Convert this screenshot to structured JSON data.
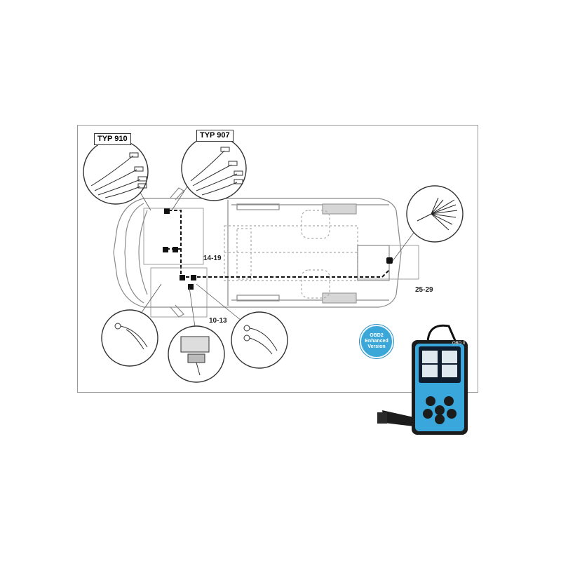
{
  "labels": {
    "typ910": "TYP 910",
    "typ907": "TYP 907",
    "ref_14_19": "14-19",
    "ref_10_13": "10-13",
    "ref_25_29": "25-29"
  },
  "badge": {
    "line1": "OBD2",
    "line2": "Enhanced",
    "line3": "Version"
  },
  "device": {
    "brand": "OBD II",
    "colors": {
      "body": "#39a7dc",
      "frame": "#1c1c1c",
      "screen": "#0f1c2e"
    }
  }
}
